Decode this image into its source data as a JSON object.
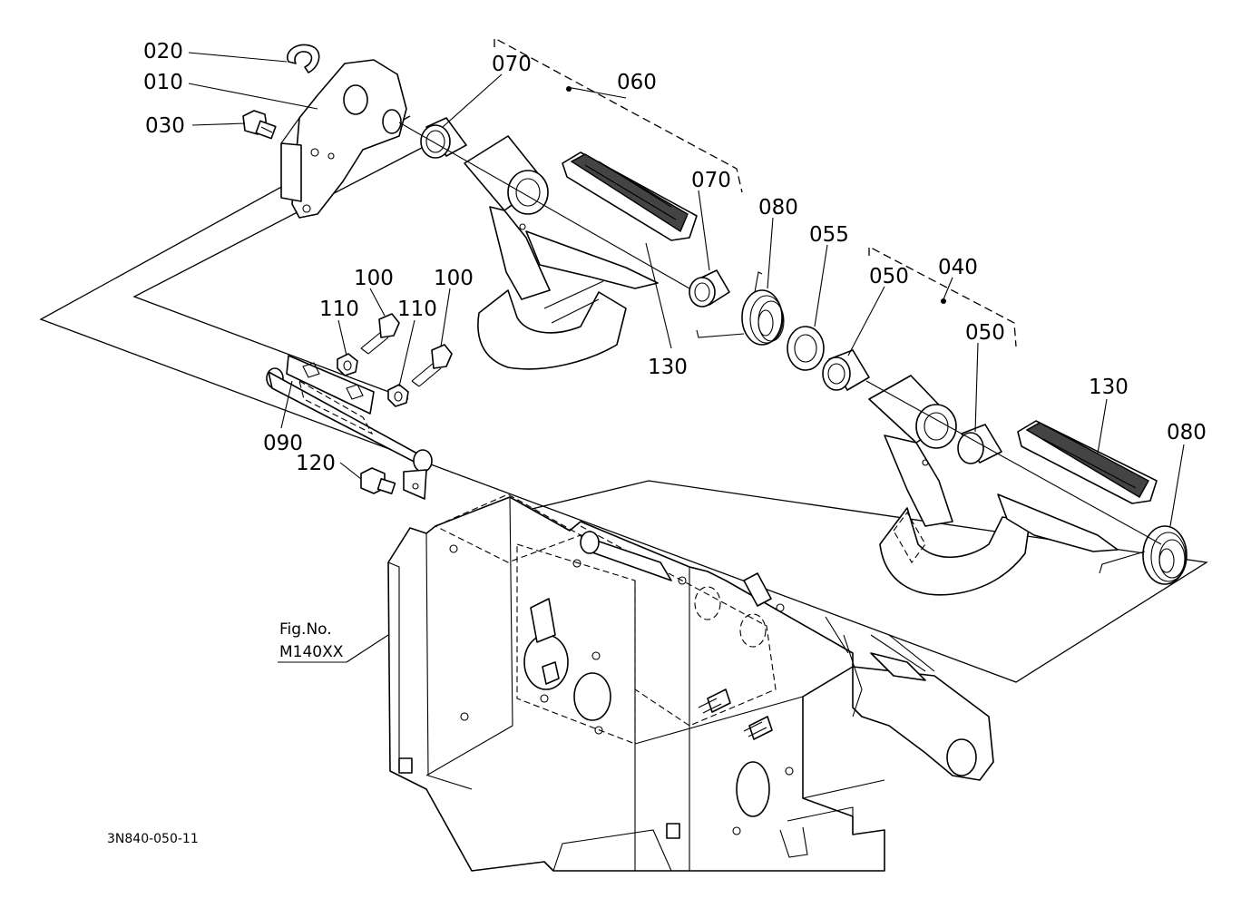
{
  "labels": {
    "l020": "020",
    "l010": "010",
    "l030": "030",
    "l070a": "070",
    "l060": "060",
    "l070b": "070",
    "l080a": "080",
    "l055": "055",
    "l050a": "050",
    "l040": "040",
    "l050b": "050",
    "l100a": "100",
    "l100b": "100",
    "l110a": "110",
    "l110b": "110",
    "l130a": "130",
    "l130b": "130",
    "l080b": "080",
    "l090": "090",
    "l120": "120"
  },
  "figure_ref": {
    "line1": "Fig.No.",
    "line2": "M140XX"
  },
  "diagram_code": "3N840-050-11"
}
